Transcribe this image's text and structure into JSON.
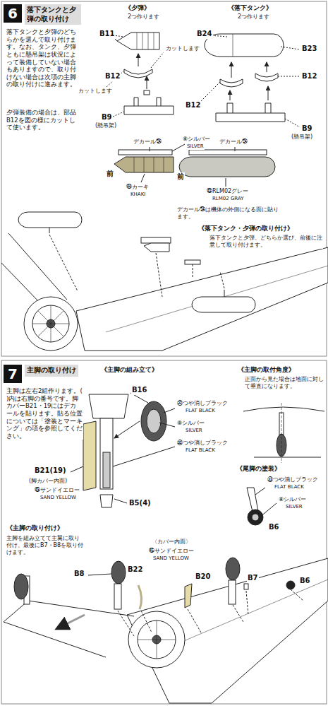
{
  "diagram": {
    "nodes": [
      {
        "text": [
          "6",
          "落下タンクと夕弾の取り付け"
        ]
      },
      {
        "text": [
          "7",
          "主脚の取り付け"
        ]
      }
    ],
    "labels": [
      "落下タンクと夕弾のどちらかを選んで取り付けます。なお、タンク、夕弾ともに懸吊架は状況によって装備していない場合もありますので、取り付けない場合は次項の主脚の取り付けに進みます。",
      "夕弾装備の場合は、部品B12を図の様にカットして使います。",
      "《夕弾》",
      "2つ作ります",
      "B11",
      "カットします",
      "B12",
      "カットします",
      "B9",
      "(懸吊架)",
      "《落下タンク》",
      "2つ作ります",
      "B24",
      "B23",
      "B12",
      "B12",
      "B9",
      "(懸吊架)",
      "デカール㉔",
      "⑧シルバー",
      "SILVER",
      "デカール㉔",
      "前",
      "㊹カーキ",
      "KHAKI",
      "前",
      "㊸RLM02グレー",
      "RLM02 GRAY",
      "デカール㉔は機体の外側になる面に貼ります。",
      "《落下タンク・夕弾の取り付け》",
      "落下タンクと夕弾、どちらか選び、前後に注意して取り付けます。",
      "主脚は左右2組作ります。( )内は右脚の番号です。脚カバーB21・19にはデカールを貼ります。貼る位置については「塗装とマーキング」の項を参照してください。",
      "《主脚の組み立て》",
      "B16",
      "㉝つや消しブラック",
      "FLAT BLACK",
      "⑧シルバー",
      "SILVER",
      "㉝つや消しブラック",
      "FLAT BLACK",
      "B21(19)",
      "(脚カバー内面)",
      "㊺サンドイエロー",
      "SAND YELLOW",
      "B5(4)",
      "《主脚の取付角度》",
      "正面から見た場合は地面に対して垂直になります。",
      "《尾脚の塗装》",
      "㉝つや消しブラック",
      "FLAT BLACK",
      "⑧シルバー",
      "SILVER",
      "B6",
      "《主脚の取り付け》",
      "主脚を組み立てて主翼に取り付け、最後にB7・B8を取り付けます。",
      "〈カバー内面〉",
      "㊺サンドイエロー",
      "SAND YELLOW",
      "B8",
      "B22",
      "B20",
      "B7",
      "B6"
    ]
  }
}
